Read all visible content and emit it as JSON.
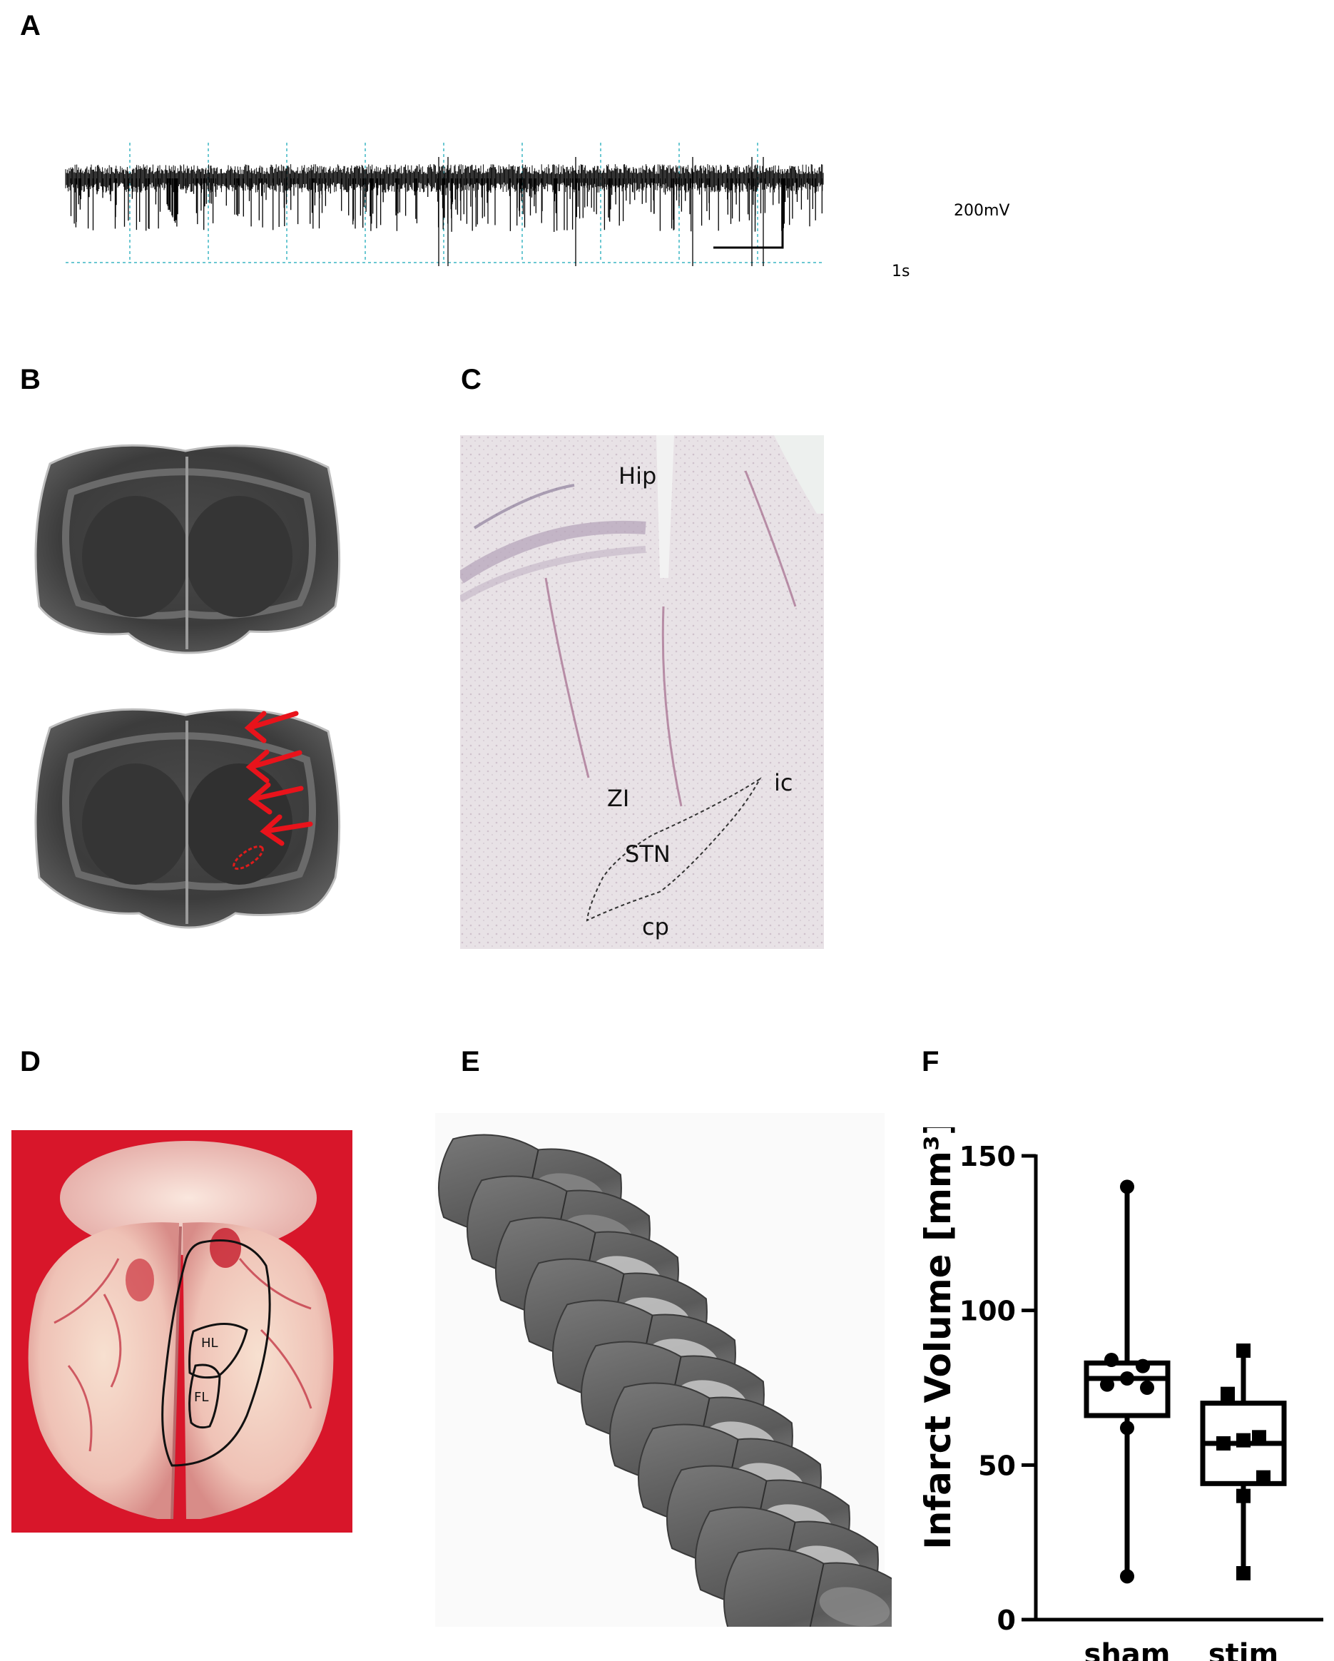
{
  "panels": {
    "a": {
      "letter": "A",
      "scale_bar": {
        "voltage_label": "200mV",
        "time_label": "1s"
      }
    },
    "b": {
      "letter": "B"
    },
    "c": {
      "letter": "C",
      "labels": {
        "hip": "Hip",
        "zi": "ZI",
        "ic": "ic",
        "stn": "STN",
        "cp": "cp"
      }
    },
    "d": {
      "letter": "D",
      "labels": {
        "hl": "HL",
        "fl": "FL"
      }
    },
    "e": {
      "letter": "E"
    },
    "f": {
      "letter": "F"
    }
  },
  "chart_data": {
    "type": "box",
    "ylabel": "Infarct Volume [mm³]",
    "ylim": [
      0,
      150
    ],
    "yticks": [
      0,
      50,
      100,
      150
    ],
    "ytick_labels": [
      "0",
      "50",
      "100",
      "150"
    ],
    "categories": [
      "sham",
      "stim"
    ],
    "boxes": [
      {
        "category": "sham",
        "min": 14,
        "q1": 66,
        "median": 78,
        "q3": 83,
        "max": 140,
        "marker": "circle",
        "points": [
          140,
          84,
          82,
          78,
          76,
          75,
          62,
          14
        ]
      },
      {
        "category": "stim",
        "min": 15,
        "q1": 44,
        "median": 57,
        "q3": 70,
        "max": 87,
        "marker": "square",
        "points": [
          87,
          73,
          59,
          58,
          57,
          46,
          40,
          15
        ]
      }
    ]
  }
}
